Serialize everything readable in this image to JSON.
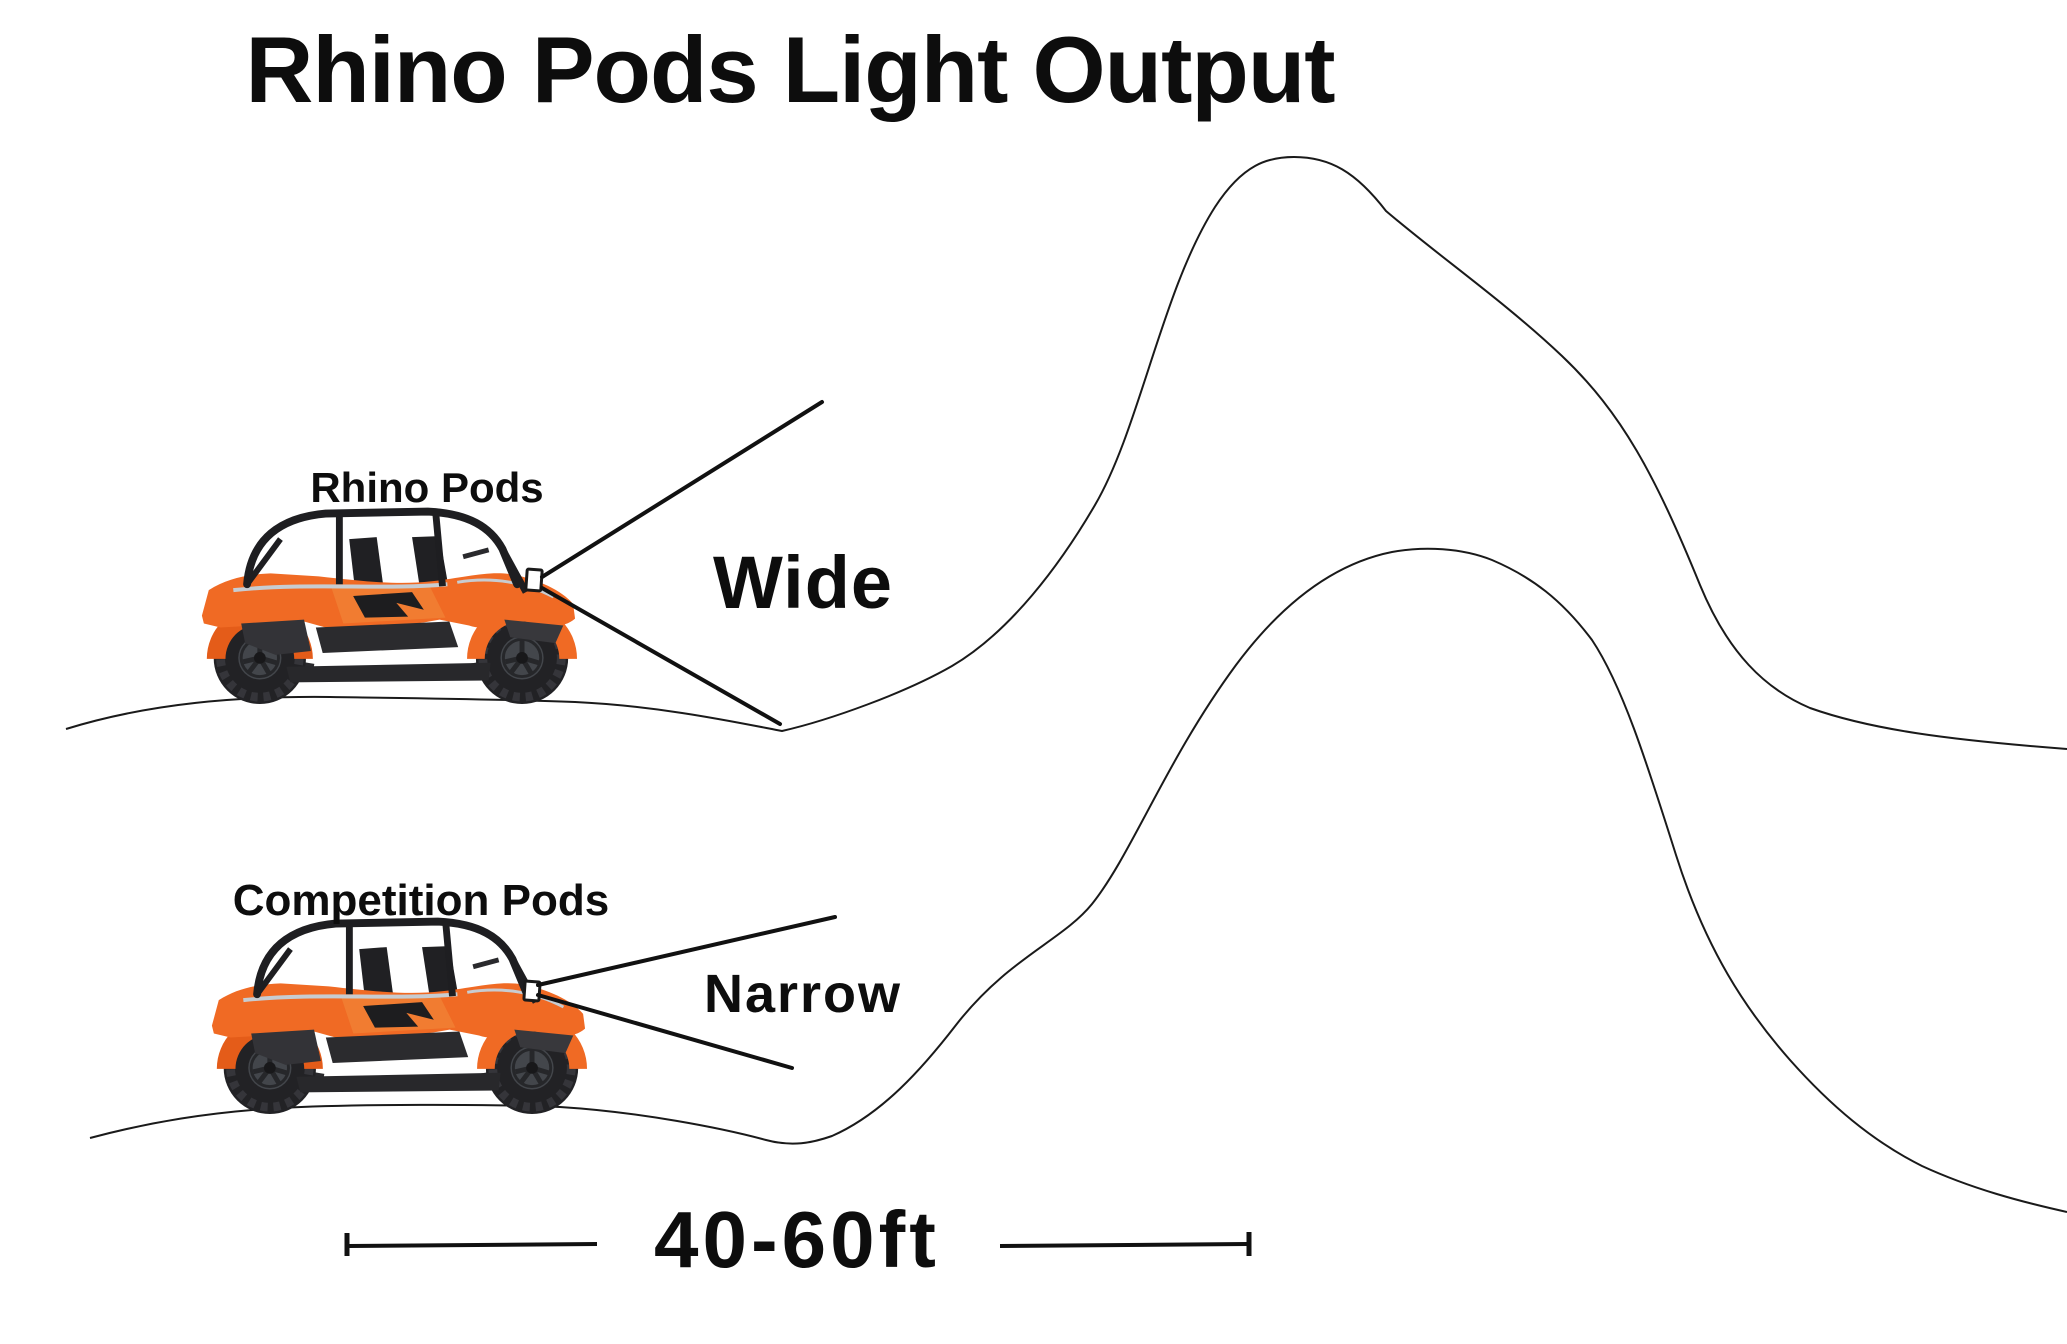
{
  "title": "Rhino Pods Light Output",
  "diagram": {
    "rhino": {
      "label": "Rhino Pods",
      "beam": "Wide"
    },
    "competition": {
      "label": "Competition Pods",
      "beam": "Narrow"
    },
    "distance": "40-60ft"
  },
  "icons": {
    "light_pod": "light-pod-icon",
    "vehicle": "utv-side-by-side-illustration"
  },
  "colors": {
    "background": "#ffffff",
    "line": "#161616",
    "text": "#0d0d0d",
    "vehicle_orange": "#f06a24",
    "vehicle_orange_light": "#f17c31",
    "vehicle_dark": "#2b2b2e",
    "vehicle_silver": "#c7ccd1",
    "tire": "#222225",
    "rim": "#43464b"
  }
}
